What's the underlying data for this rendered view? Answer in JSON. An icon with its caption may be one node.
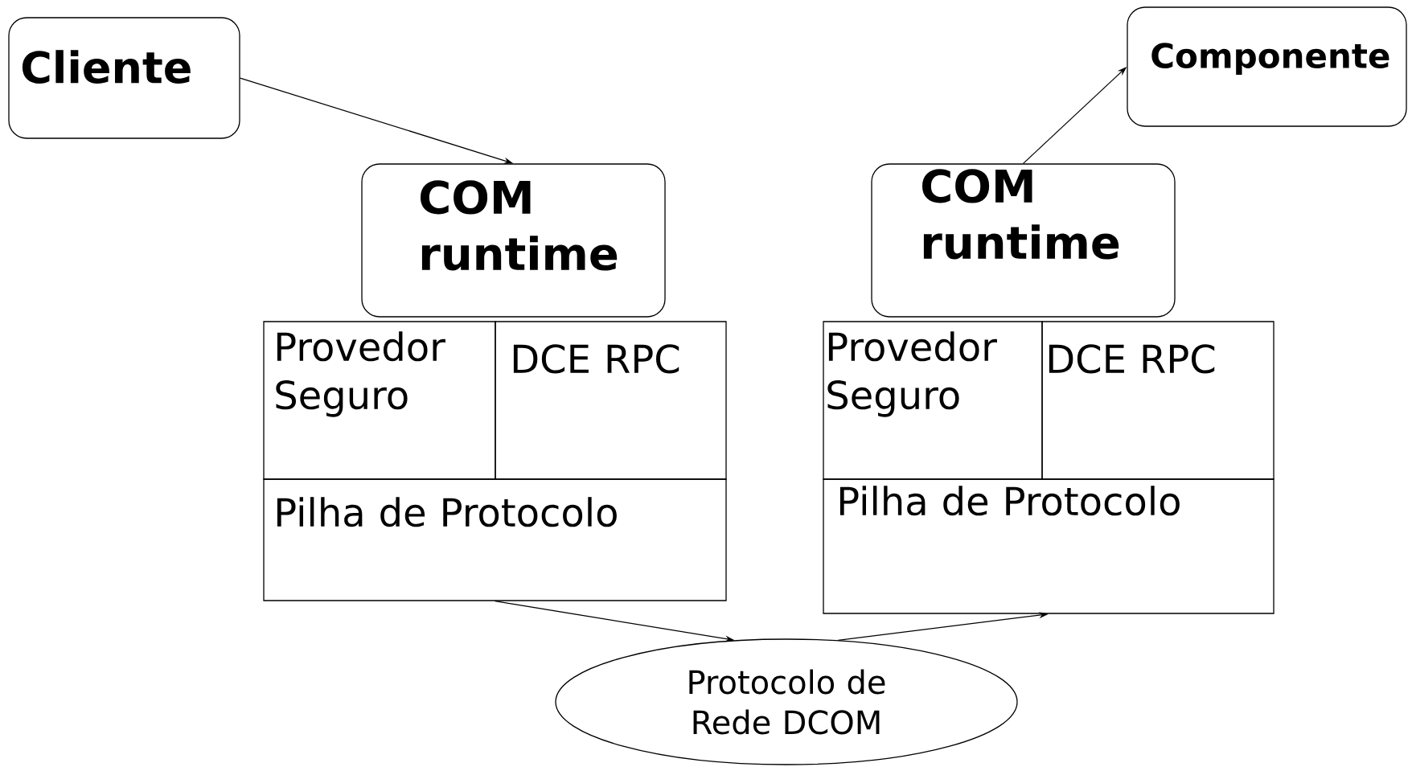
{
  "diagram": {
    "nodes": [
      {
        "text": [
          "Cliente"
        ]
      },
      {
        "text": [
          "COM runtime"
        ]
      },
      {
        "text": [
          "Provedor Seguro"
        ]
      },
      {
        "text": [
          "DCE RPC"
        ]
      },
      {
        "text": [
          "Pilha de Protocolo"
        ]
      },
      {
        "text": [
          "Componente"
        ]
      },
      {
        "text": [
          "COM runtime"
        ]
      },
      {
        "text": [
          "Provedor Seguro"
        ]
      },
      {
        "text": [
          "DCE RPC"
        ]
      },
      {
        "text": [
          "Pilha de Protocolo"
        ]
      },
      {
        "text": [
          "Protocolo de Rede DCOM"
        ]
      }
    ],
    "edges": [
      {
        "from": 0,
        "to": 1,
        "arrow": "to"
      },
      {
        "from": 6,
        "to": 5,
        "arrow": "to"
      },
      {
        "from": 4,
        "to": 10,
        "arrow": "to"
      },
      {
        "from": 10,
        "to": 9,
        "arrow": "to"
      }
    ]
  }
}
